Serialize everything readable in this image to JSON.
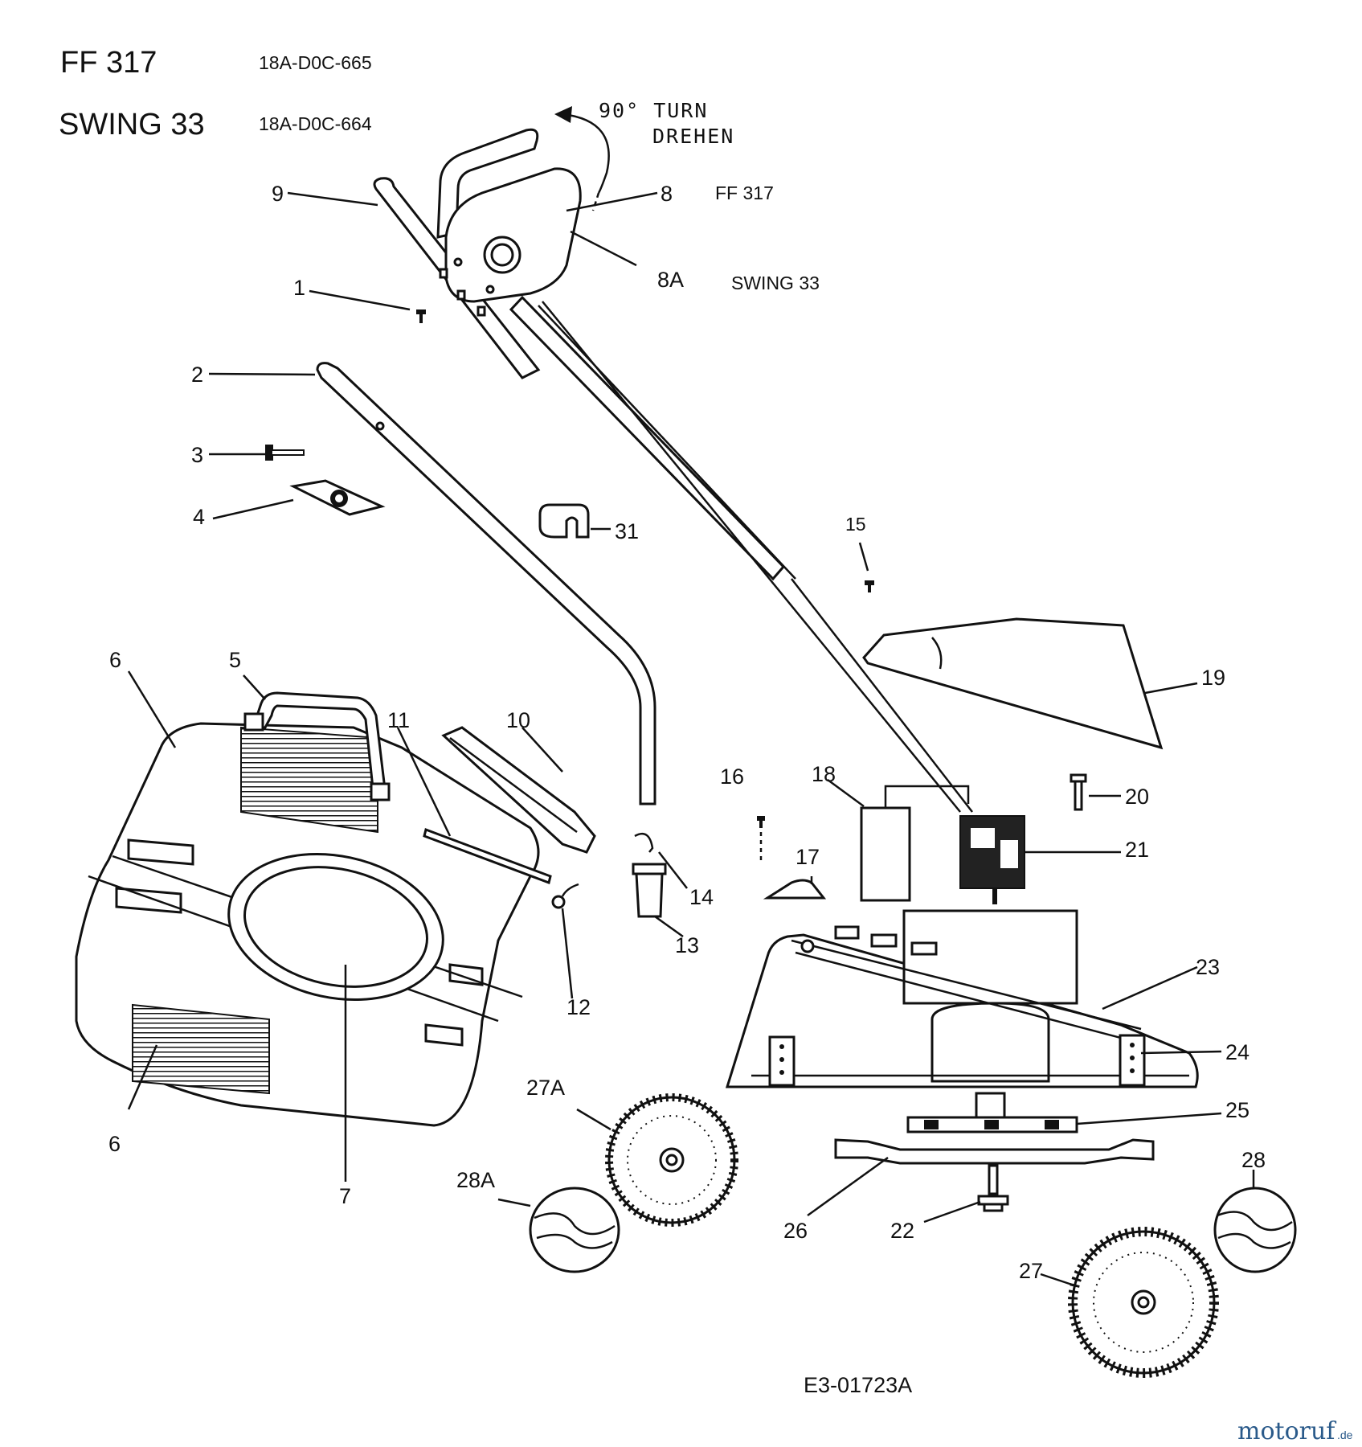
{
  "header": {
    "model1": "FF 317",
    "code1": "18A-D0C-665",
    "model2": "SWING 33",
    "code2": "18A-D0C-664"
  },
  "turn_note": {
    "line1": "90° TURN",
    "line2": "DREHEN"
  },
  "variant_labels": {
    "ff317": "FF 317",
    "swing33": "SWING 33"
  },
  "parts": {
    "p1": "1",
    "p2": "2",
    "p3": "3",
    "p4": "4",
    "p5": "5",
    "p6a": "6",
    "p6b": "6",
    "p7": "7",
    "p8": "8",
    "p8a": "8A",
    "p9": "9",
    "p10": "10",
    "p11": "11",
    "p12": "12",
    "p13": "13",
    "p14": "14",
    "p15": "15",
    "p16": "16",
    "p17": "17",
    "p18": "18",
    "p19": "19",
    "p20": "20",
    "p21": "21",
    "p22": "22",
    "p23": "23",
    "p24": "24",
    "p25": "25",
    "p26": "26",
    "p27": "27",
    "p27a": "27A",
    "p28": "28",
    "p28a": "28A",
    "p31": "31"
  },
  "drawing_number": "E3-01723A",
  "watermark": {
    "brand": "motoruf",
    "suffix": ".de"
  }
}
